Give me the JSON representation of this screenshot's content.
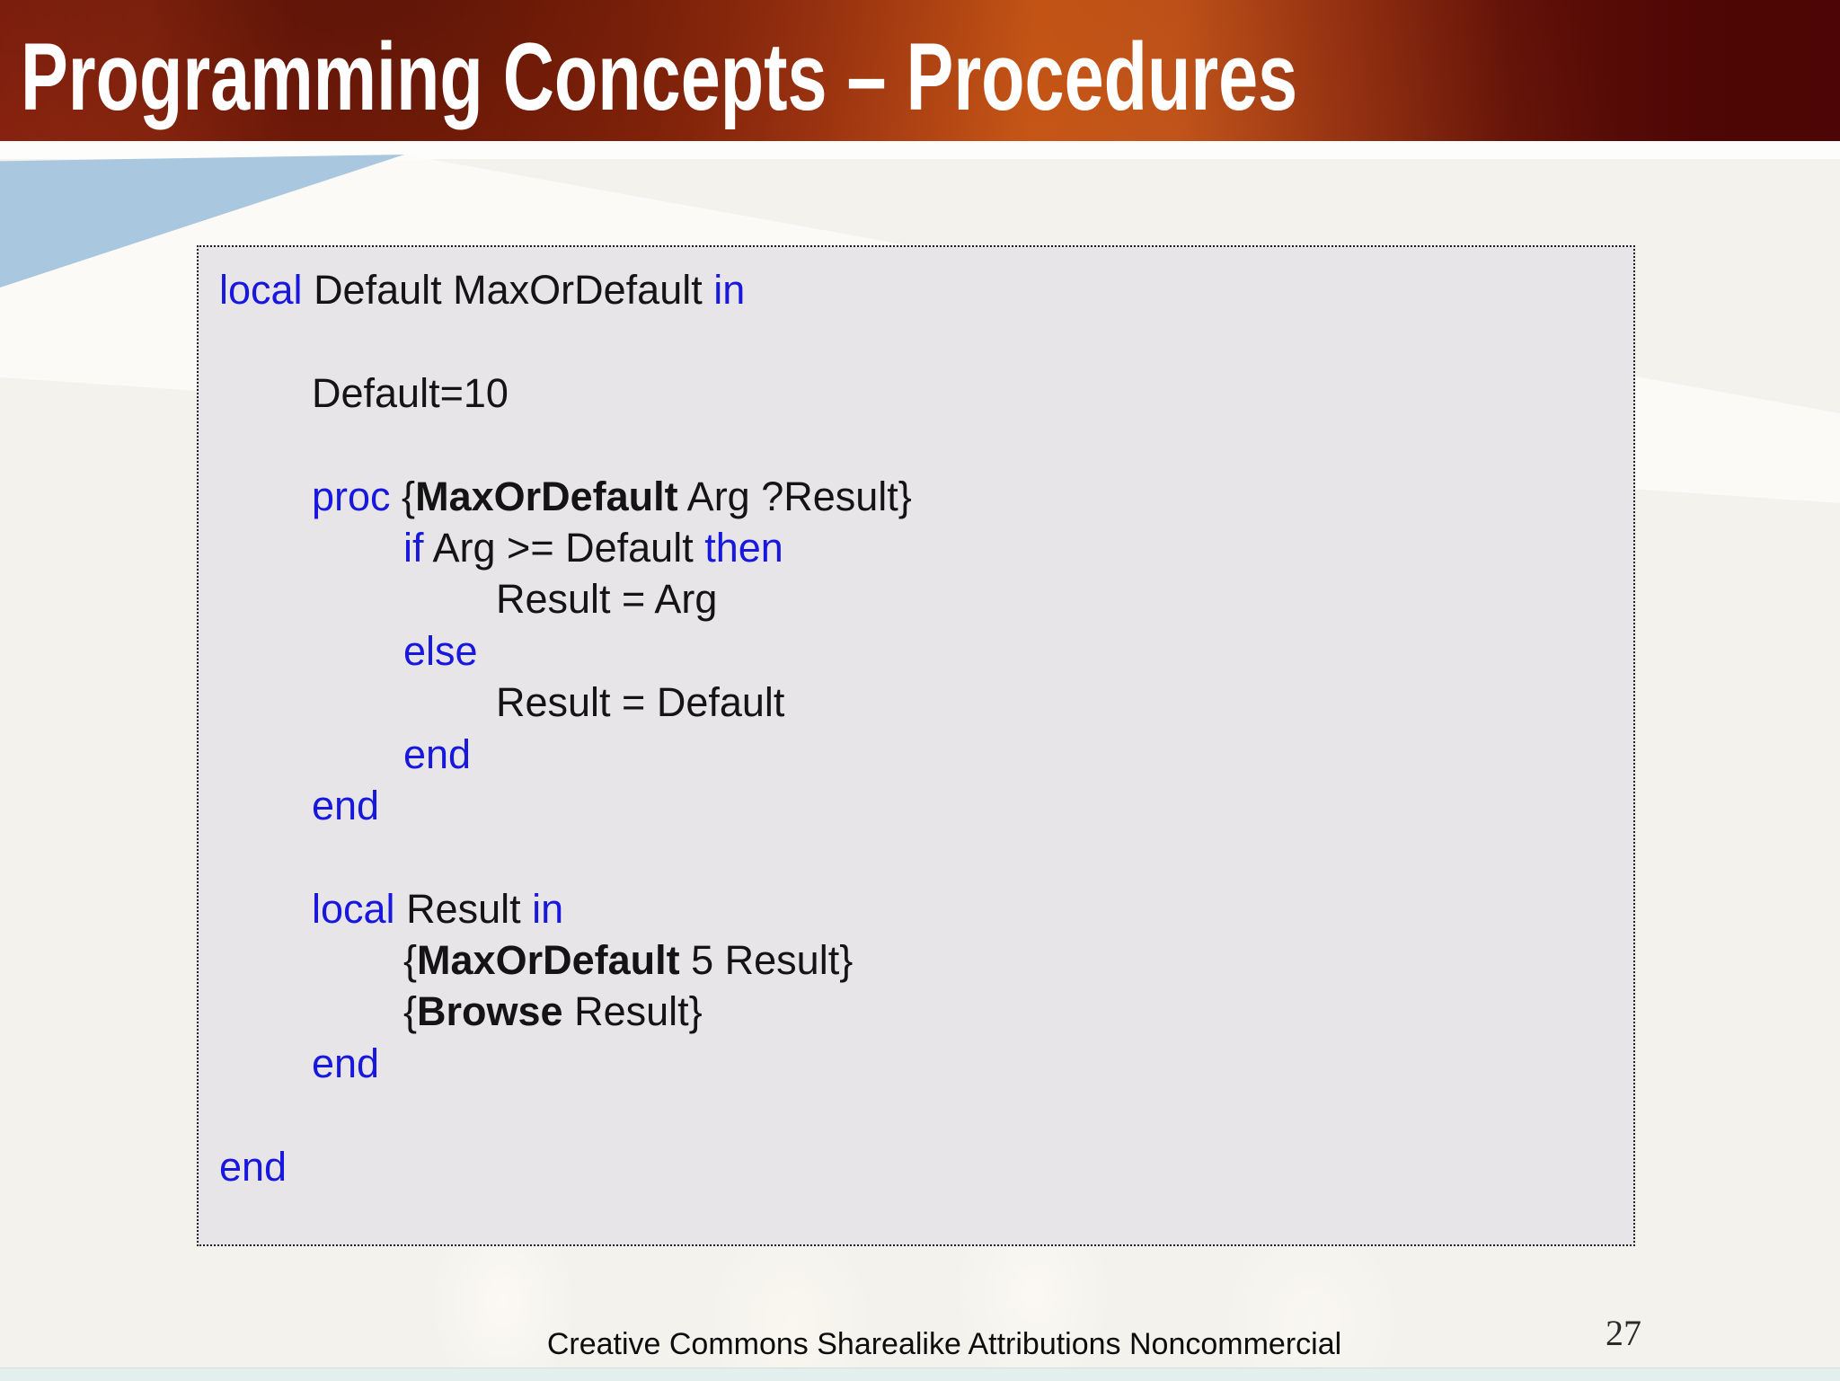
{
  "slide": {
    "title": "Programming Concepts – Procedures",
    "footer": "Creative Commons Sharealike Attributions Noncommercial",
    "page_number": "27"
  },
  "colors": {
    "keyword_blue": "#1717dd",
    "code_text": "#141414",
    "code_bg": "#e7e5e7",
    "banner_dark_left": "#7b150a",
    "banner_bright_orange": "#bd4e11",
    "banner_dark_right": "#4d0505",
    "accent_light_blue": "#a9c7df",
    "bottom_bar": "#e3efec"
  },
  "code": {
    "language": "Oz",
    "lines": [
      {
        "indent": 0,
        "segments": [
          {
            "c": "kw",
            "t": "local "
          },
          {
            "c": "t",
            "t": "Default MaxOrDefault "
          },
          {
            "c": "kw",
            "t": "in"
          }
        ]
      },
      {
        "indent": 0,
        "segments": []
      },
      {
        "indent": 1,
        "segments": [
          {
            "c": "t",
            "t": "Default=10"
          }
        ]
      },
      {
        "indent": 1,
        "segments": []
      },
      {
        "indent": 1,
        "segments": [
          {
            "c": "kw",
            "t": "proc "
          },
          {
            "c": "t",
            "t": "{"
          },
          {
            "c": "b",
            "t": "MaxOrDefault"
          },
          {
            "c": "t",
            "t": " Arg ?Result}"
          }
        ]
      },
      {
        "indent": 2,
        "segments": [
          {
            "c": "kw",
            "t": "if "
          },
          {
            "c": "t",
            "t": "Arg >= Default "
          },
          {
            "c": "kw",
            "t": "then"
          }
        ]
      },
      {
        "indent": 3,
        "segments": [
          {
            "c": "t",
            "t": "Result = Arg"
          }
        ]
      },
      {
        "indent": 2,
        "segments": [
          {
            "c": "kw",
            "t": "else"
          }
        ]
      },
      {
        "indent": 3,
        "segments": [
          {
            "c": "t",
            "t": "Result = Default"
          }
        ]
      },
      {
        "indent": 2,
        "segments": [
          {
            "c": "kw",
            "t": "end"
          }
        ]
      },
      {
        "indent": 1,
        "segments": [
          {
            "c": "kw",
            "t": "end"
          }
        ]
      },
      {
        "indent": 1,
        "segments": []
      },
      {
        "indent": 1,
        "segments": [
          {
            "c": "kw",
            "t": "local "
          },
          {
            "c": "t",
            "t": "Result "
          },
          {
            "c": "kw",
            "t": "in"
          }
        ]
      },
      {
        "indent": 2,
        "segments": [
          {
            "c": "t",
            "t": "{"
          },
          {
            "c": "b",
            "t": "MaxOrDefault"
          },
          {
            "c": "t",
            "t": " 5 Result}"
          }
        ]
      },
      {
        "indent": 2,
        "segments": [
          {
            "c": "t",
            "t": "{"
          },
          {
            "c": "b",
            "t": "Browse"
          },
          {
            "c": "t",
            "t": " Result}"
          }
        ]
      },
      {
        "indent": 1,
        "segments": [
          {
            "c": "kw",
            "t": "end"
          }
        ]
      },
      {
        "indent": 0,
        "segments": []
      },
      {
        "indent": 0,
        "segments": [
          {
            "c": "kw",
            "t": "end"
          }
        ]
      }
    ]
  }
}
